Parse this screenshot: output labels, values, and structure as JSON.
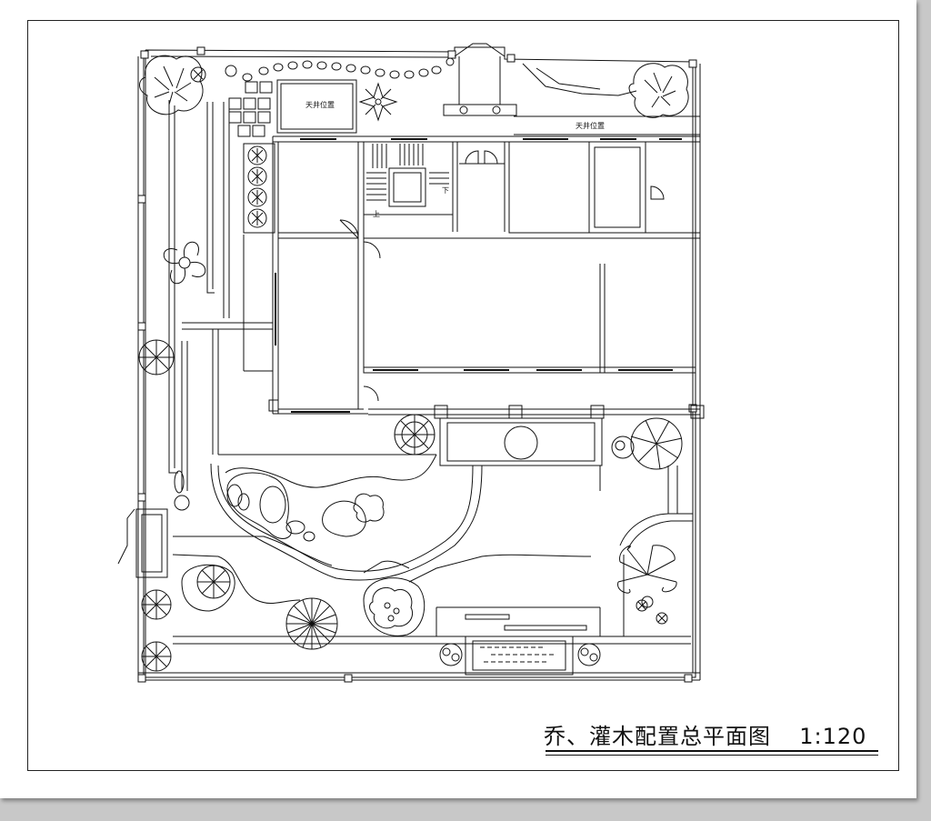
{
  "drawing": {
    "title": "乔、灌木配置总平面图",
    "scale": "1:120",
    "labels": {
      "courtyard_left": "天井位置",
      "courtyard_right": "天井位置",
      "stair_up": "上",
      "stair_down": "下"
    }
  },
  "colors": {
    "line": "#111111",
    "paper": "#ffffff",
    "background": "#c8c8c8"
  },
  "icons": [
    "tree-symbol",
    "shrub-symbol",
    "palm-symbol",
    "column-marker"
  ]
}
